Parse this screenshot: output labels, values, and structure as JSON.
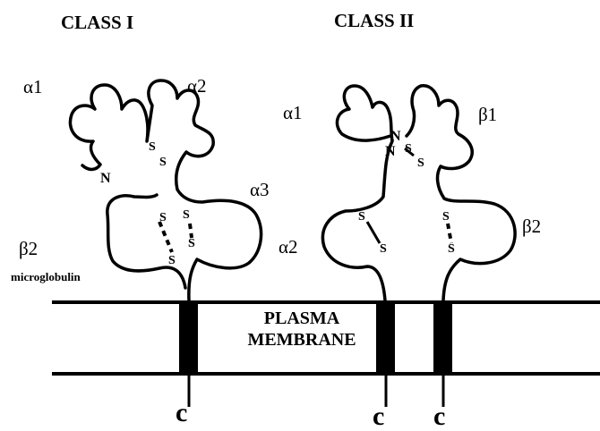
{
  "headings": {
    "class_i": "CLASS I",
    "class_ii": "CLASS II"
  },
  "class_i": {
    "alpha1": "α1",
    "alpha2": "α2",
    "alpha3": "α3",
    "beta2": "β2",
    "beta2_sub": "microglobulin",
    "n_terminus": "N",
    "c_terminus": "c",
    "disulfide": "S"
  },
  "class_ii": {
    "alpha1": "α1",
    "alpha2": "α2",
    "beta1": "β1",
    "beta2": "β2",
    "n_terminus": "N",
    "c_terminus": "c",
    "disulfide": "S"
  },
  "membrane": {
    "line1": "PLASMA",
    "line2": "MEMBRANE"
  }
}
